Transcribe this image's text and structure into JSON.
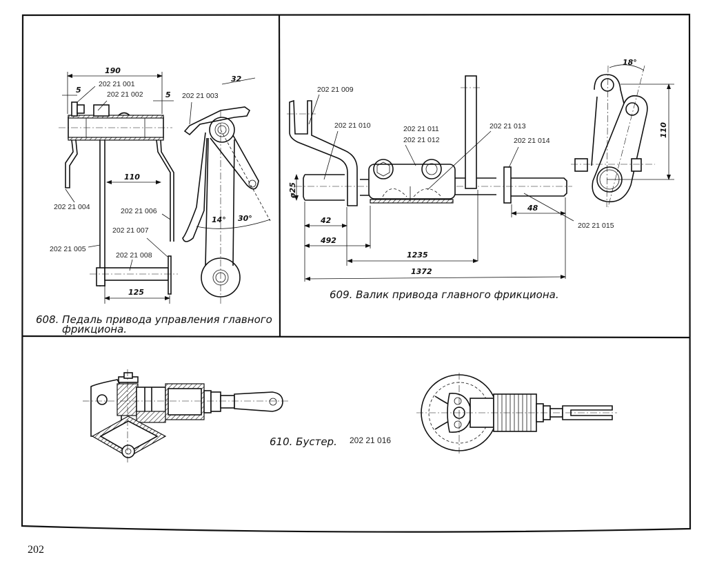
{
  "page_number": "202",
  "figures": {
    "fig608": {
      "caption_line1": "608. Педаль привода управления главного",
      "caption_line2": "фрикциона.",
      "parts": [
        "202 21 001",
        "202 21 002",
        "202 21 003",
        "202 21 004",
        "202 21 005",
        "202 21 006",
        "202 21 007",
        "202 21 008"
      ],
      "dimensions": {
        "overall_width": "190",
        "left_offset": "5",
        "right_offset": "5",
        "mid_span": "110",
        "pin_length": "125",
        "arm_width": "32",
        "angle_small": "14°",
        "angle_large": "30°"
      }
    },
    "fig609": {
      "caption": "609. Валик привода главного фрикциона.",
      "parts": [
        "202 21 009",
        "202 21 010",
        "202 21 011",
        "202 21 012",
        "202 21 013",
        "202 21 014",
        "202 21 015"
      ],
      "dimensions": {
        "diameter": "ø25",
        "d42": "42",
        "d492": "492",
        "d1235": "1235",
        "d1372": "1372",
        "d48": "48",
        "side_height": "110",
        "side_angle": "18°"
      }
    },
    "fig610": {
      "caption": "610. Бустер.",
      "part": "202 21 016"
    }
  }
}
